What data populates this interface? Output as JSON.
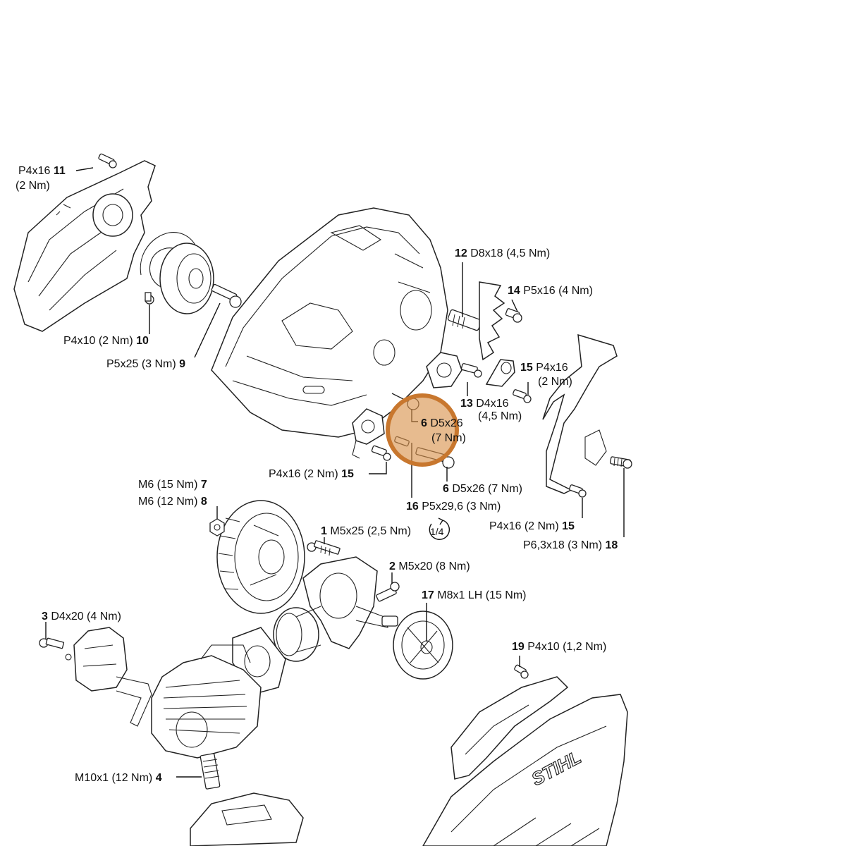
{
  "highlight": {
    "color": "#d9924a"
  },
  "labels": {
    "l11": {
      "num": "11",
      "spec": "P4x16",
      "torque": "(2 Nm)"
    },
    "l10": {
      "num": "10",
      "spec": "P4x10 (2 Nm)"
    },
    "l9": {
      "num": "9",
      "spec": "P5x25 (3 Nm)"
    },
    "l12": {
      "num": "12",
      "spec": "D8x18 (4,5 Nm)"
    },
    "l14": {
      "num": "14",
      "spec": "P5x16 (4 Nm)"
    },
    "l15a": {
      "num": "15",
      "spec": "P4x16",
      "torque": "(2 Nm)"
    },
    "l13": {
      "num": "13",
      "spec": "D4x16",
      "torque": "(4,5 Nm)"
    },
    "l6a": {
      "num": "6",
      "spec": "D5x26",
      "torque": "(7 Nm)"
    },
    "l15b": {
      "num": "15",
      "spec": "P4x16 (2 Nm)"
    },
    "l6b": {
      "num": "6",
      "spec": "D5x26 (7 Nm)"
    },
    "l16": {
      "num": "16",
      "spec": "P5x29,6 (3 Nm)"
    },
    "l15c": {
      "num": "15",
      "spec": "P4x16 (2 Nm)"
    },
    "l18": {
      "num": "18",
      "spec": "P6,3x18 (3 Nm)"
    },
    "l7": {
      "num": "7",
      "spec": "M6 (15 Nm)"
    },
    "l8": {
      "num": "8",
      "spec": "M6 (12 Nm)"
    },
    "l1": {
      "num": "1",
      "spec": "M5x25 (2,5 Nm)",
      "turn": "1/4"
    },
    "l2": {
      "num": "2",
      "spec": "M5x20 (8 Nm)"
    },
    "l17": {
      "num": "17",
      "spec": "M8x1 LH (15 Nm)"
    },
    "l3": {
      "num": "3",
      "spec": "D4x20 (4 Nm)"
    },
    "l19": {
      "num": "19",
      "spec": "P4x10 (1,2 Nm)"
    },
    "l4": {
      "num": "4",
      "spec": "M10x1 (12 Nm)"
    }
  },
  "brand": "STIHL"
}
